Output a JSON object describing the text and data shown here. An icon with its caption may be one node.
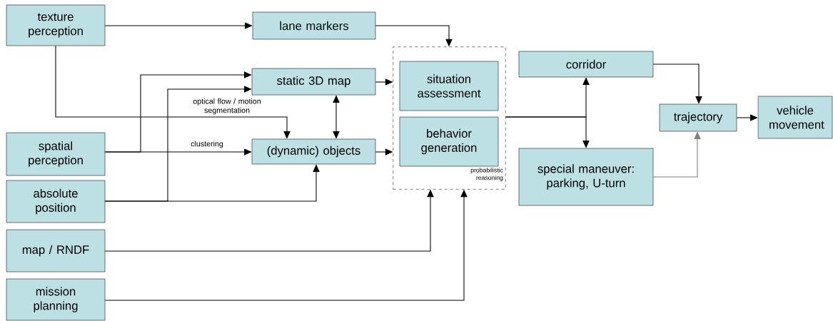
{
  "diagram": {
    "nodes": [
      {
        "text": [
          "texture perception"
        ]
      },
      {
        "text": [
          "lane markers"
        ]
      },
      {
        "text": [
          "probabilistic reasoning"
        ]
      },
      {
        "text": [
          "situation assessment"
        ],
        "in": 2
      },
      {
        "text": [
          "behavior generation"
        ],
        "in": 2
      },
      {
        "text": [
          "static 3D map"
        ]
      },
      {
        "text": [
          "spatial perception"
        ]
      },
      {
        "text": [
          "(dynamic) objects"
        ]
      },
      {
        "text": [
          "absolute position"
        ]
      },
      {
        "text": [
          "map / RNDF"
        ]
      },
      {
        "text": [
          "mission planning"
        ]
      },
      {
        "text": [
          "corridor"
        ]
      },
      {
        "text": [
          "special maneuver: parking, U-turn"
        ]
      },
      {
        "text": [
          "trajectory"
        ]
      },
      {
        "text": [
          "vehicle movement"
        ]
      }
    ],
    "edges": [
      {
        "from": 0,
        "to": 1,
        "arrow": "to"
      },
      {
        "from": 1,
        "to": 2,
        "arrow": "to"
      },
      {
        "from": 0,
        "to": 7,
        "arrow": "to",
        "label": "optical flow / motion segmentation"
      },
      {
        "from": 6,
        "to": 5,
        "arrow": "to"
      },
      {
        "from": 6,
        "to": 7,
        "arrow": "to",
        "label": "clustering"
      },
      {
        "from": 8,
        "to": 5,
        "arrow": "to"
      },
      {
        "from": 8,
        "to": 7,
        "arrow": "to"
      },
      {
        "from": 5,
        "to": 7,
        "arrow": "both"
      },
      {
        "from": 5,
        "to": 2,
        "arrow": "to"
      },
      {
        "from": 7,
        "to": 2,
        "arrow": "to"
      },
      {
        "from": 9,
        "to": 2,
        "arrow": "to"
      },
      {
        "from": 10,
        "to": 2,
        "arrow": "to"
      },
      {
        "from": 2,
        "to": 11,
        "arrow": "to"
      },
      {
        "from": 2,
        "to": 12,
        "arrow": "to"
      },
      {
        "from": 11,
        "to": 13,
        "arrow": "to"
      },
      {
        "from": 12,
        "to": 13,
        "arrow": "to",
        "color": "#7f7f7f"
      },
      {
        "from": 13,
        "to": 14,
        "arrow": "to"
      }
    ]
  }
}
